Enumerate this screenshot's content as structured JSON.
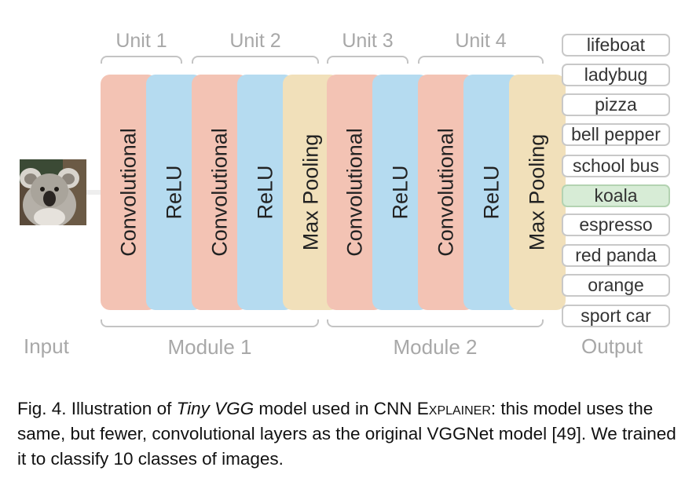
{
  "input_label": "Input",
  "output_label": "Output",
  "units": [
    {
      "label": "Unit 1"
    },
    {
      "label": "Unit 2"
    },
    {
      "label": "Unit 3"
    },
    {
      "label": "Unit 4"
    }
  ],
  "modules": [
    {
      "label": "Module 1"
    },
    {
      "label": "Module 2"
    }
  ],
  "layers": [
    {
      "label": "Convolutional",
      "kind": "conv"
    },
    {
      "label": "ReLU",
      "kind": "relu"
    },
    {
      "label": "Convolutional",
      "kind": "conv"
    },
    {
      "label": "ReLU",
      "kind": "relu"
    },
    {
      "label": "Max Pooling",
      "kind": "pool"
    },
    {
      "label": "Convolutional",
      "kind": "conv"
    },
    {
      "label": "ReLU",
      "kind": "relu"
    },
    {
      "label": "Convolutional",
      "kind": "conv"
    },
    {
      "label": "ReLU",
      "kind": "relu"
    },
    {
      "label": "Max Pooling",
      "kind": "pool"
    }
  ],
  "classes": [
    {
      "label": "lifeboat",
      "active": false
    },
    {
      "label": "ladybug",
      "active": false
    },
    {
      "label": "pizza",
      "active": false
    },
    {
      "label": "bell pepper",
      "active": false
    },
    {
      "label": "school bus",
      "active": false
    },
    {
      "label": "koala",
      "active": true
    },
    {
      "label": "espresso",
      "active": false
    },
    {
      "label": "red panda",
      "active": false
    },
    {
      "label": "orange",
      "active": false
    },
    {
      "label": "sport car",
      "active": false
    }
  ],
  "colors": {
    "conv": "#f3c3b4",
    "relu": "#b5dbf0",
    "pool": "#f1e0ba",
    "active_class": "#d7ecd6"
  },
  "caption": {
    "prefix": "Fig. 4.  Illustration of ",
    "model_name": "Tiny VGG",
    "mid": " model used in CNN ",
    "tool_name": "Explainer",
    "suffix": ": this model uses the same, but fewer, convolutional layers as the original VGGNet model [49]. We trained it to classify 10 classes of images."
  }
}
